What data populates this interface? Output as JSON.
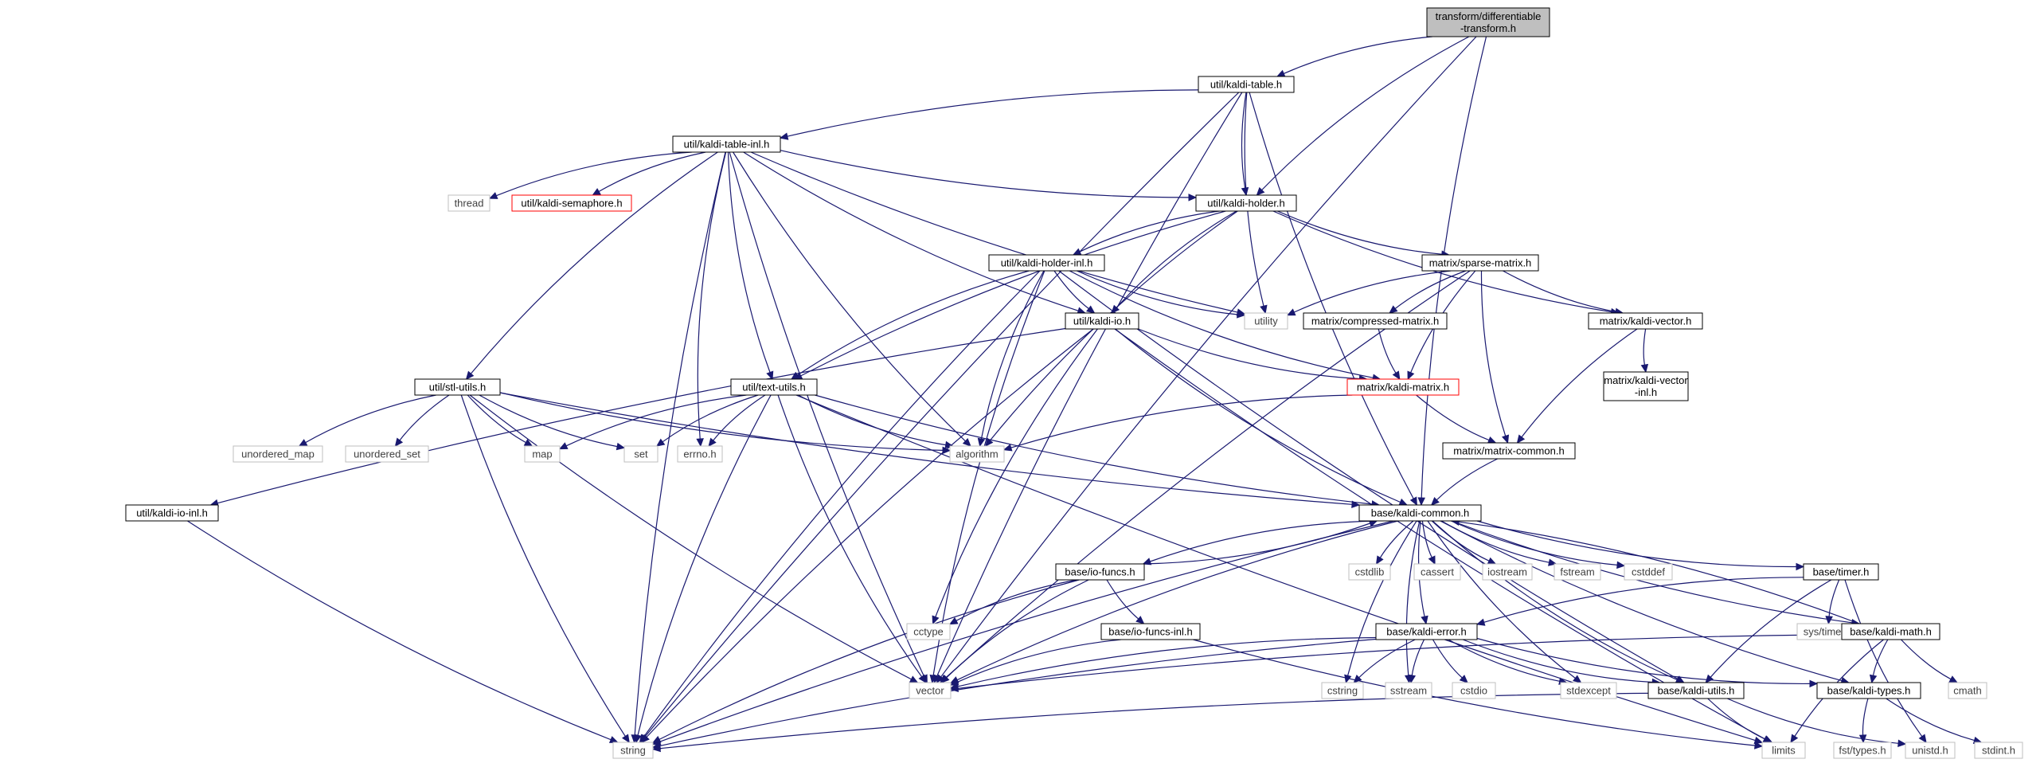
{
  "colors": {
    "edge": "#191970",
    "box_border_normal": "#000000",
    "box_border_external": "#bfbfbf",
    "box_border_truncated": "#ff0000",
    "box_fill_root": "#bfbfbf",
    "box_fill_normal": "#ffffff",
    "text_normal": "#000000",
    "text_external": "#404040"
  },
  "nodes": [
    {
      "id": "root",
      "label": [
        "transform/differentiable",
        "-transform.h"
      ],
      "kind": "root"
    },
    {
      "id": "kaldi_table",
      "label": [
        "util/kaldi-table.h"
      ],
      "kind": "normal"
    },
    {
      "id": "kaldi_table_inl",
      "label": [
        "util/kaldi-table-inl.h"
      ],
      "kind": "normal"
    },
    {
      "id": "thread",
      "label": [
        "thread"
      ],
      "kind": "external"
    },
    {
      "id": "semaphore",
      "label": [
        "util/kaldi-semaphore.h"
      ],
      "kind": "truncated"
    },
    {
      "id": "kaldi_holder",
      "label": [
        "util/kaldi-holder.h"
      ],
      "kind": "normal"
    },
    {
      "id": "kaldi_holder_inl",
      "label": [
        "util/kaldi-holder-inl.h"
      ],
      "kind": "normal"
    },
    {
      "id": "sparse_matrix",
      "label": [
        "matrix/sparse-matrix.h"
      ],
      "kind": "normal"
    },
    {
      "id": "utility",
      "label": [
        "utility"
      ],
      "kind": "external"
    },
    {
      "id": "kaldi_io",
      "label": [
        "util/kaldi-io.h"
      ],
      "kind": "normal"
    },
    {
      "id": "compressed_matrix",
      "label": [
        "matrix/compressed-matrix.h"
      ],
      "kind": "normal"
    },
    {
      "id": "kaldi_vector",
      "label": [
        "matrix/kaldi-vector.h"
      ],
      "kind": "normal"
    },
    {
      "id": "kaldi_vector_inl",
      "label": [
        "matrix/kaldi-vector",
        "-inl.h"
      ],
      "kind": "normal"
    },
    {
      "id": "stl_utils",
      "label": [
        "util/stl-utils.h"
      ],
      "kind": "normal"
    },
    {
      "id": "text_utils",
      "label": [
        "util/text-utils.h"
      ],
      "kind": "normal"
    },
    {
      "id": "kaldi_matrix",
      "label": [
        "matrix/kaldi-matrix.h"
      ],
      "kind": "truncated"
    },
    {
      "id": "unordered_map",
      "label": [
        "unordered_map"
      ],
      "kind": "external"
    },
    {
      "id": "unordered_set",
      "label": [
        "unordered_set"
      ],
      "kind": "external"
    },
    {
      "id": "map",
      "label": [
        "map"
      ],
      "kind": "external"
    },
    {
      "id": "set",
      "label": [
        "set"
      ],
      "kind": "external"
    },
    {
      "id": "errno",
      "label": [
        "errno.h"
      ],
      "kind": "external"
    },
    {
      "id": "algorithm",
      "label": [
        "algorithm"
      ],
      "kind": "external"
    },
    {
      "id": "matrix_common",
      "label": [
        "matrix/matrix-common.h"
      ],
      "kind": "normal"
    },
    {
      "id": "kaldi_io_inl",
      "label": [
        "util/kaldi-io-inl.h"
      ],
      "kind": "normal"
    },
    {
      "id": "kaldi_common",
      "label": [
        "base/kaldi-common.h"
      ],
      "kind": "normal"
    },
    {
      "id": "io_funcs",
      "label": [
        "base/io-funcs.h"
      ],
      "kind": "normal"
    },
    {
      "id": "cstdlib",
      "label": [
        "cstdlib"
      ],
      "kind": "external"
    },
    {
      "id": "cassert",
      "label": [
        "cassert"
      ],
      "kind": "external"
    },
    {
      "id": "iostream",
      "label": [
        "iostream"
      ],
      "kind": "external"
    },
    {
      "id": "fstream",
      "label": [
        "fstream"
      ],
      "kind": "external"
    },
    {
      "id": "cstddef",
      "label": [
        "cstddef"
      ],
      "kind": "external"
    },
    {
      "id": "timer",
      "label": [
        "base/timer.h"
      ],
      "kind": "normal"
    },
    {
      "id": "cctype",
      "label": [
        "cctype"
      ],
      "kind": "external"
    },
    {
      "id": "io_funcs_inl",
      "label": [
        "base/io-funcs-inl.h"
      ],
      "kind": "normal"
    },
    {
      "id": "sys_time",
      "label": [
        "sys/time.h"
      ],
      "kind": "external"
    },
    {
      "id": "kaldi_error",
      "label": [
        "base/kaldi-error.h"
      ],
      "kind": "normal"
    },
    {
      "id": "kaldi_math",
      "label": [
        "base/kaldi-math.h"
      ],
      "kind": "normal"
    },
    {
      "id": "vector",
      "label": [
        "vector"
      ],
      "kind": "external"
    },
    {
      "id": "cstring",
      "label": [
        "cstring"
      ],
      "kind": "external"
    },
    {
      "id": "sstream",
      "label": [
        "sstream"
      ],
      "kind": "external"
    },
    {
      "id": "cstdio",
      "label": [
        "cstdio"
      ],
      "kind": "external"
    },
    {
      "id": "stdexcept",
      "label": [
        "stdexcept"
      ],
      "kind": "external"
    },
    {
      "id": "kaldi_utils",
      "label": [
        "base/kaldi-utils.h"
      ],
      "kind": "normal"
    },
    {
      "id": "kaldi_types",
      "label": [
        "base/kaldi-types.h"
      ],
      "kind": "normal"
    },
    {
      "id": "cmath",
      "label": [
        "cmath"
      ],
      "kind": "external"
    },
    {
      "id": "string",
      "label": [
        "string"
      ],
      "kind": "external"
    },
    {
      "id": "limits",
      "label": [
        "limits"
      ],
      "kind": "external"
    },
    {
      "id": "fst_types",
      "label": [
        "fst/types.h"
      ],
      "kind": "external"
    },
    {
      "id": "unistd",
      "label": [
        "unistd.h"
      ],
      "kind": "external"
    },
    {
      "id": "stdint",
      "label": [
        "stdint.h"
      ],
      "kind": "external"
    }
  ],
  "edges": [
    [
      "root",
      "kaldi_table"
    ],
    [
      "root",
      "kaldi_holder"
    ],
    [
      "root",
      "kaldi_common"
    ],
    [
      "root",
      "vector"
    ],
    [
      "kaldi_table",
      "kaldi_table_inl"
    ],
    [
      "kaldi_table",
      "kaldi_holder"
    ],
    [
      "kaldi_table",
      "utility"
    ],
    [
      "kaldi_table",
      "vector"
    ],
    [
      "kaldi_table",
      "string"
    ],
    [
      "kaldi_table",
      "kaldi_common"
    ],
    [
      "kaldi_table_inl",
      "thread"
    ],
    [
      "kaldi_table_inl",
      "semaphore"
    ],
    [
      "kaldi_table_inl",
      "kaldi_holder"
    ],
    [
      "kaldi_table_inl",
      "stl_utils"
    ],
    [
      "kaldi_table_inl",
      "text_utils"
    ],
    [
      "kaldi_table_inl",
      "kaldi_io"
    ],
    [
      "kaldi_table_inl",
      "errno"
    ],
    [
      "kaldi_table_inl",
      "algorithm"
    ],
    [
      "kaldi_table_inl",
      "vector"
    ],
    [
      "kaldi_table_inl",
      "string"
    ],
    [
      "kaldi_table_inl",
      "utility"
    ],
    [
      "kaldi_holder",
      "kaldi_holder_inl"
    ],
    [
      "kaldi_holder",
      "sparse_matrix"
    ],
    [
      "kaldi_holder",
      "kaldi_io"
    ],
    [
      "kaldi_holder",
      "text_utils"
    ],
    [
      "kaldi_holder",
      "algorithm"
    ],
    [
      "kaldi_holder",
      "kaldi_vector"
    ],
    [
      "kaldi_holder_inl",
      "kaldi_io"
    ],
    [
      "kaldi_holder_inl",
      "text_utils"
    ],
    [
      "kaldi_holder_inl",
      "kaldi_matrix"
    ],
    [
      "kaldi_holder_inl",
      "utility"
    ],
    [
      "kaldi_holder_inl",
      "algorithm"
    ],
    [
      "kaldi_holder_inl",
      "vector"
    ],
    [
      "kaldi_holder_inl",
      "string"
    ],
    [
      "kaldi_holder_inl",
      "kaldi_utils"
    ],
    [
      "sparse_matrix",
      "compressed_matrix"
    ],
    [
      "sparse_matrix",
      "kaldi_matrix"
    ],
    [
      "sparse_matrix",
      "kaldi_vector"
    ],
    [
      "sparse_matrix",
      "matrix_common"
    ],
    [
      "sparse_matrix",
      "utility"
    ],
    [
      "sparse_matrix",
      "vector"
    ],
    [
      "kaldi_io",
      "kaldi_io_inl"
    ],
    [
      "kaldi_io",
      "kaldi_matrix"
    ],
    [
      "kaldi_io",
      "kaldi_common"
    ],
    [
      "kaldi_io",
      "string"
    ],
    [
      "kaldi_io",
      "cctype"
    ],
    [
      "kaldi_io",
      "limits"
    ],
    [
      "compressed_matrix",
      "kaldi_matrix"
    ],
    [
      "kaldi_vector",
      "kaldi_vector_inl"
    ],
    [
      "kaldi_vector",
      "matrix_common"
    ],
    [
      "kaldi_matrix",
      "matrix_common"
    ],
    [
      "kaldi_matrix",
      "algorithm"
    ],
    [
      "matrix_common",
      "kaldi_common"
    ],
    [
      "stl_utils",
      "unordered_map"
    ],
    [
      "stl_utils",
      "unordered_set"
    ],
    [
      "stl_utils",
      "map"
    ],
    [
      "stl_utils",
      "set"
    ],
    [
      "stl_utils",
      "algorithm"
    ],
    [
      "stl_utils",
      "vector"
    ],
    [
      "stl_utils",
      "string"
    ],
    [
      "stl_utils",
      "kaldi_common"
    ],
    [
      "text_utils",
      "map"
    ],
    [
      "text_utils",
      "set"
    ],
    [
      "text_utils",
      "errno"
    ],
    [
      "text_utils",
      "algorithm"
    ],
    [
      "text_utils",
      "vector"
    ],
    [
      "text_utils",
      "string"
    ],
    [
      "text_utils",
      "kaldi_common"
    ],
    [
      "text_utils",
      "limits"
    ],
    [
      "kaldi_io_inl",
      "string"
    ],
    [
      "kaldi_common",
      "io_funcs"
    ],
    [
      "kaldi_common",
      "cstdlib"
    ],
    [
      "kaldi_common",
      "cassert"
    ],
    [
      "kaldi_common",
      "iostream"
    ],
    [
      "kaldi_common",
      "fstream"
    ],
    [
      "kaldi_common",
      "cstddef"
    ],
    [
      "kaldi_common",
      "timer"
    ],
    [
      "kaldi_common",
      "kaldi_error"
    ],
    [
      "kaldi_common",
      "kaldi_math"
    ],
    [
      "kaldi_common",
      "kaldi_utils"
    ],
    [
      "kaldi_common",
      "kaldi_types"
    ],
    [
      "kaldi_common",
      "vector"
    ],
    [
      "kaldi_common",
      "string"
    ],
    [
      "kaldi_common",
      "cstring"
    ],
    [
      "kaldi_common",
      "sstream"
    ],
    [
      "kaldi_common",
      "stdexcept"
    ],
    [
      "io_funcs",
      "kaldi_common"
    ],
    [
      "io_funcs",
      "io_funcs_inl"
    ],
    [
      "io_funcs",
      "cctype"
    ],
    [
      "io_funcs",
      "vector"
    ],
    [
      "io_funcs",
      "string"
    ],
    [
      "io_funcs_inl",
      "vector"
    ],
    [
      "io_funcs_inl",
      "limits"
    ],
    [
      "timer",
      "kaldi_error"
    ],
    [
      "timer",
      "sys_time"
    ],
    [
      "timer",
      "kaldi_utils"
    ],
    [
      "timer",
      "unistd"
    ],
    [
      "kaldi_error",
      "vector"
    ],
    [
      "kaldi_error",
      "string"
    ],
    [
      "kaldi_error",
      "cstring"
    ],
    [
      "kaldi_error",
      "sstream"
    ],
    [
      "kaldi_error",
      "cstdio"
    ],
    [
      "kaldi_error",
      "stdexcept"
    ],
    [
      "kaldi_error",
      "kaldi_utils"
    ],
    [
      "kaldi_error",
      "kaldi_types"
    ],
    [
      "kaldi_math",
      "kaldi_common"
    ],
    [
      "kaldi_math",
      "kaldi_types"
    ],
    [
      "kaldi_math",
      "cmath"
    ],
    [
      "kaldi_math",
      "limits"
    ],
    [
      "kaldi_math",
      "vector"
    ],
    [
      "kaldi_utils",
      "limits"
    ],
    [
      "kaldi_utils",
      "string"
    ],
    [
      "kaldi_utils",
      "unistd"
    ],
    [
      "kaldi_types",
      "fst_types"
    ],
    [
      "kaldi_types",
      "stdint"
    ]
  ]
}
